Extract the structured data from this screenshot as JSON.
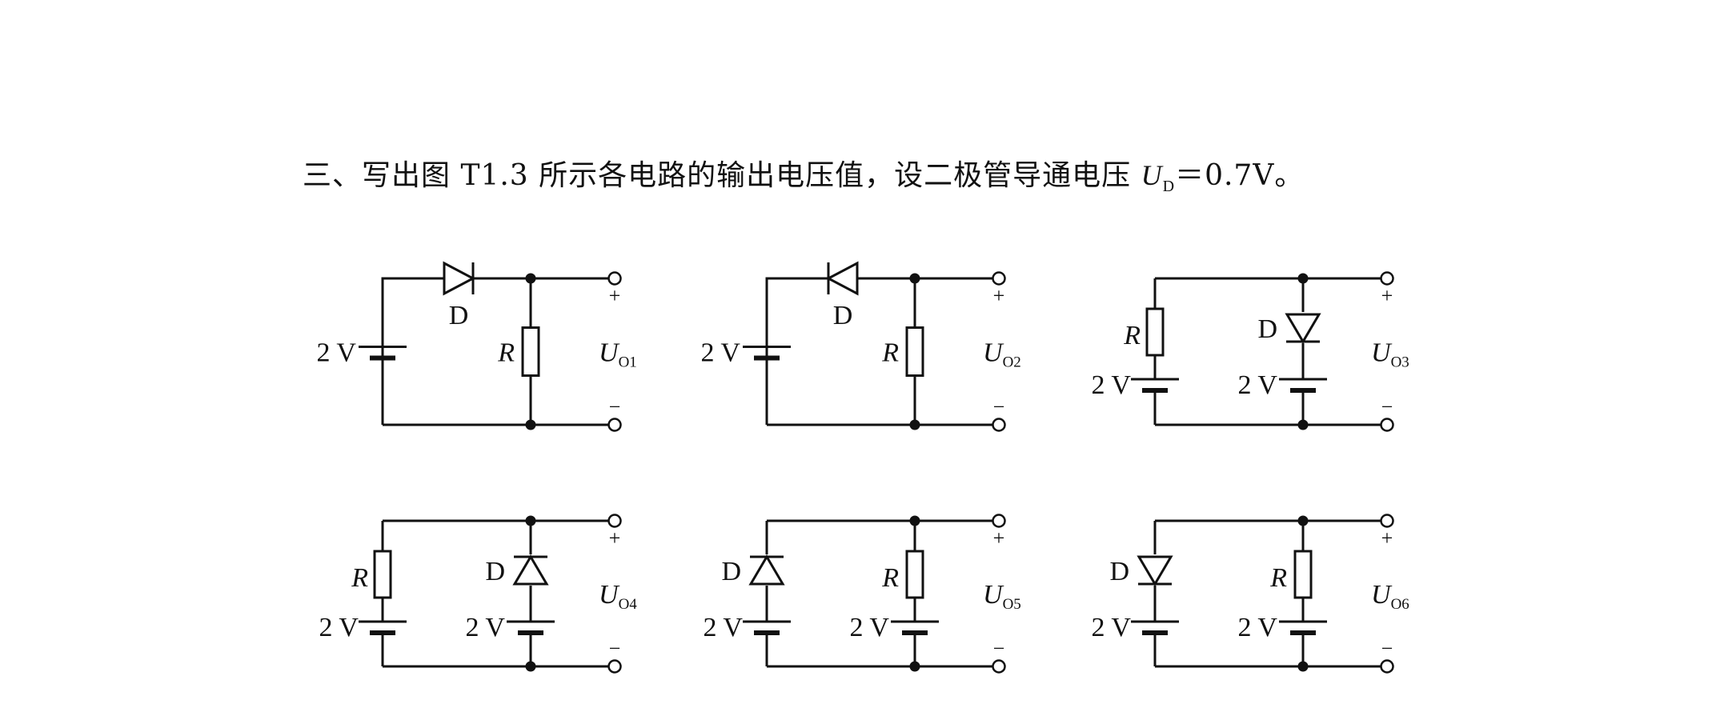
{
  "question": {
    "prefix": "三、写出图 T1.3 所示各电路的输出电压值，设二极管导通电压 ",
    "symbol": "U",
    "symbol_sub": "D",
    "suffix": "＝0.7V。"
  },
  "labels": {
    "diode": "D",
    "resistor": "R",
    "battery": "2 V",
    "plus": "+",
    "minus": "−",
    "output_symbol": "U"
  },
  "circuits": [
    {
      "output_sub": "O1"
    },
    {
      "output_sub": "O2"
    },
    {
      "output_sub": "O3"
    },
    {
      "output_sub": "O4"
    },
    {
      "output_sub": "O5"
    },
    {
      "output_sub": "O6"
    }
  ]
}
